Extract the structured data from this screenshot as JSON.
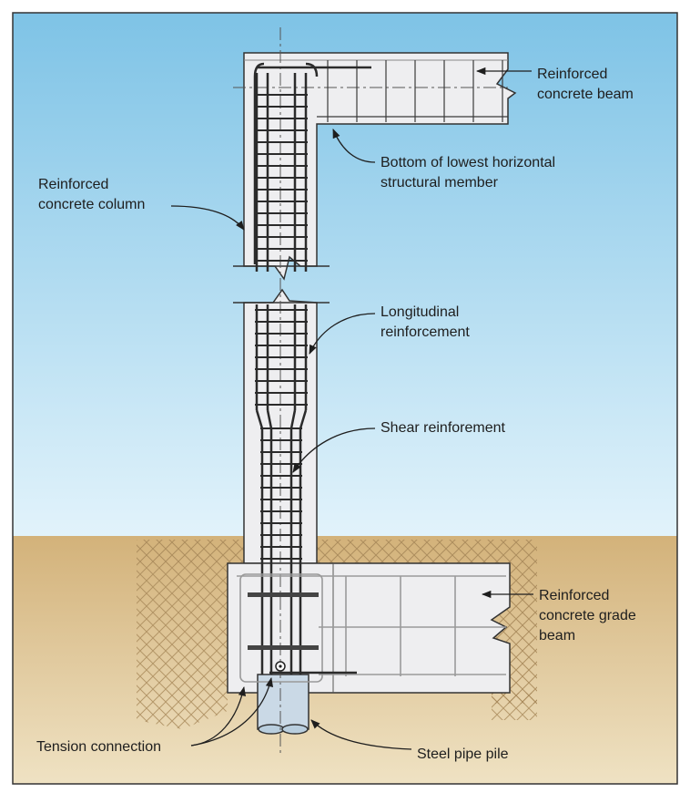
{
  "colors": {
    "sky_top": "#7ec3e6",
    "sky_bottom": "#dff1fa",
    "soil": "#d6b986",
    "soil_light": "#ecdcb8",
    "concrete": "#ececee",
    "concrete_edge": "#3a3a3a",
    "rebar": "#2b2b2b",
    "pile": "#c7d8e6"
  },
  "labels": {
    "beam": [
      "Reinforced",
      "concrete beam"
    ],
    "bottom_member": [
      "Bottom of lowest horizontal",
      "structural member"
    ],
    "column": [
      "Reinforced",
      "concrete column"
    ],
    "longitudinal": [
      "Longitudinal",
      "reinforcement"
    ],
    "shear": "Shear reinforement",
    "grade_beam": [
      "Reinforced",
      "concrete grade",
      "beam"
    ],
    "tension": "Tension connection",
    "pile": "Steel pipe pile"
  }
}
